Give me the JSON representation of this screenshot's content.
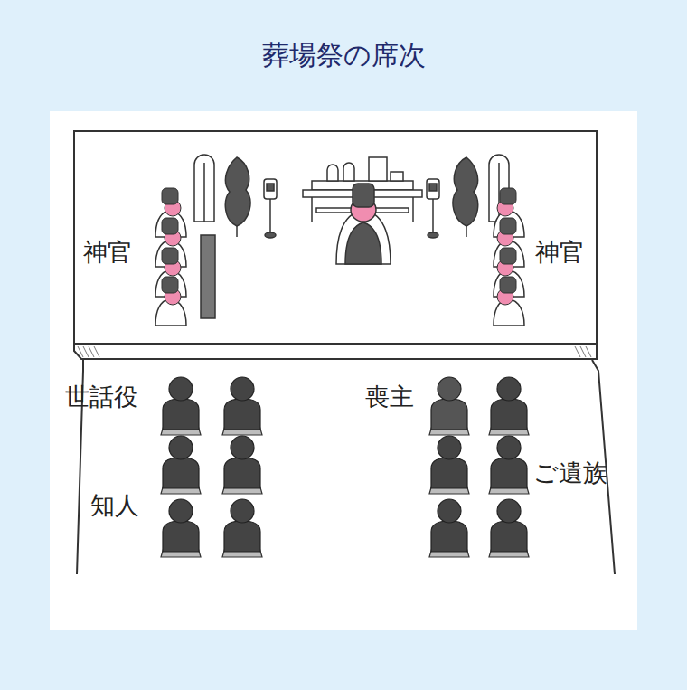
{
  "diagram": {
    "title": "葬場祭の席次",
    "labels": [
      "神官",
      "神官",
      "世話役",
      "知人",
      "喪主",
      "ご遺族"
    ]
  }
}
